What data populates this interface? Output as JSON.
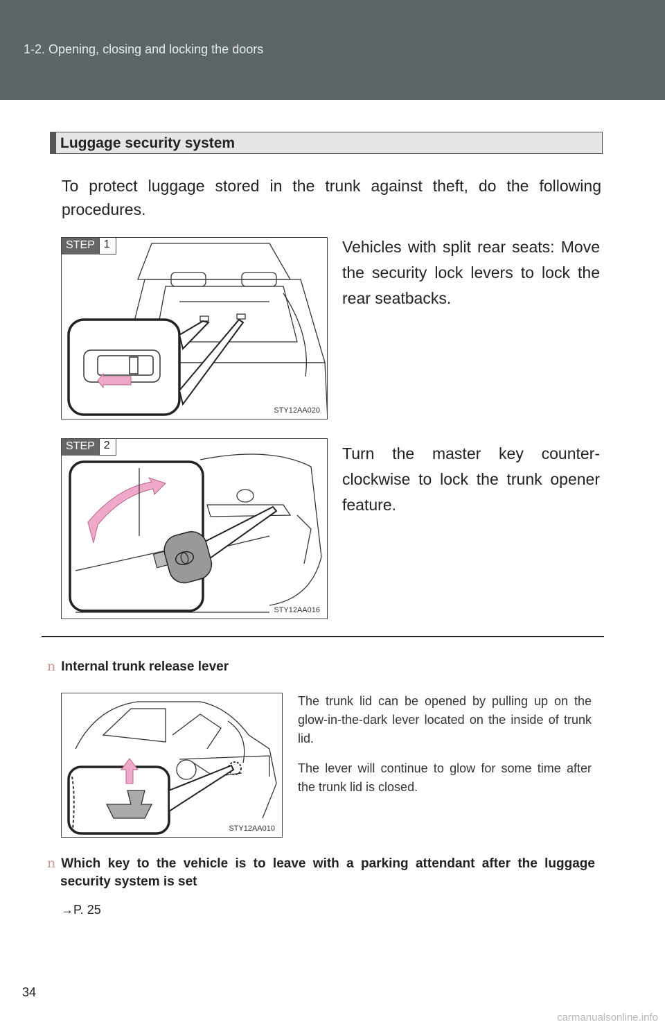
{
  "header": {
    "chapter": "1-2. Opening, closing and locking the doors"
  },
  "section": {
    "title": "Luggage security system"
  },
  "intro": "To protect luggage stored in the trunk against theft, do the following procedures.",
  "steps": [
    {
      "label": "STEP",
      "number": "1",
      "figure_code": "STY12AA020",
      "text": "Vehicles with split rear seats: Move the security lock levers to lock the rear seatbacks."
    },
    {
      "label": "STEP",
      "number": "2",
      "figure_code": "STY12AA016",
      "text": "Turn the master key counter-clockwise to lock the trunk opener feature."
    }
  ],
  "notes": [
    {
      "bullet": "n",
      "heading": "Internal trunk release lever",
      "figure_code": "STY12AA010",
      "paragraphs": [
        "The trunk lid can be opened by pulling up on the glow-in-the-dark lever located on the inside of trunk lid.",
        "The lever will continue to glow for some time after the trunk lid is closed."
      ]
    },
    {
      "bullet": "n",
      "heading": "Which key to the vehicle is to leave with a parking attendant after the luggage security system is set",
      "reference": "→P. 25"
    }
  ],
  "page_number": "34",
  "watermark": "carmanualsonline.info",
  "colors": {
    "header_bg": "#5c6668",
    "arrow_pink": "#f0a9c8",
    "bullet": "#c99a8f"
  }
}
